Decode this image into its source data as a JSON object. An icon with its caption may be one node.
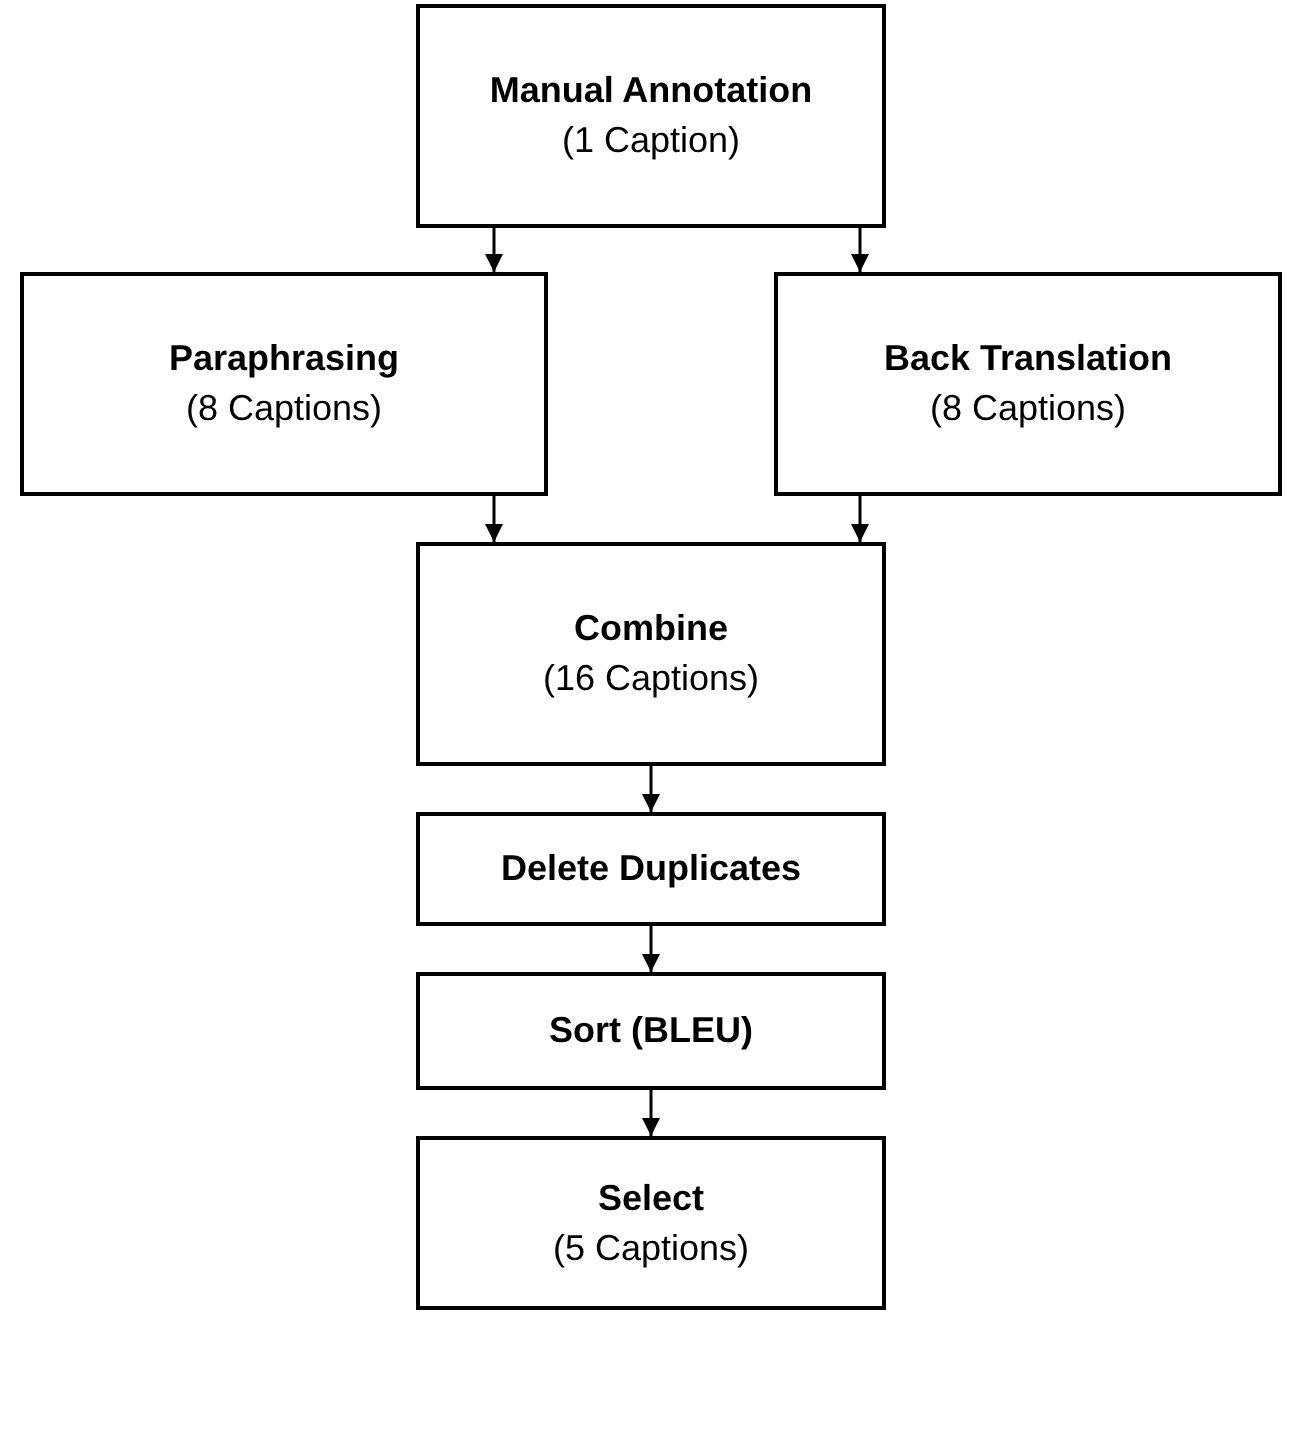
{
  "diagram": {
    "nodes": [
      {
        "text": [
          "Manual Annotation",
          "(1 Caption)"
        ]
      },
      {
        "text": [
          "Paraphrasing",
          "(8 Captions)"
        ]
      },
      {
        "text": [
          "Back Translation",
          "(8 Captions)"
        ]
      },
      {
        "text": [
          "Combine",
          "(16 Captions)"
        ]
      },
      {
        "text": [
          "Delete Duplicates"
        ]
      },
      {
        "text": [
          "Sort (BLEU)"
        ]
      },
      {
        "text": [
          "Select",
          "(5 Captions)"
        ]
      }
    ],
    "edges": [
      {
        "from": 0,
        "to": 1,
        "arrow": "to"
      },
      {
        "from": 0,
        "to": 2,
        "arrow": "to"
      },
      {
        "from": 1,
        "to": 3,
        "arrow": "to"
      },
      {
        "from": 2,
        "to": 3,
        "arrow": "to"
      },
      {
        "from": 3,
        "to": 4,
        "arrow": "to"
      },
      {
        "from": 4,
        "to": 5,
        "arrow": "to"
      },
      {
        "from": 5,
        "to": 6,
        "arrow": "to"
      }
    ]
  }
}
